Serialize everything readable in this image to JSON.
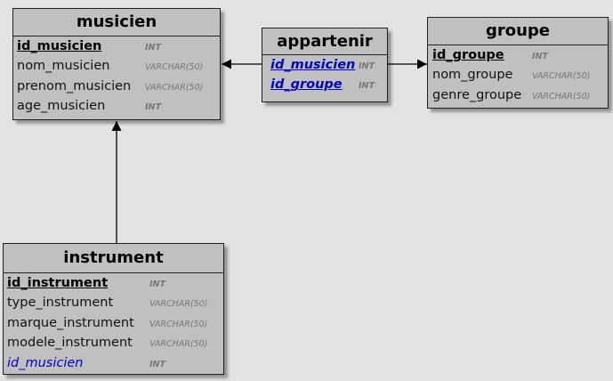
{
  "tables": {
    "musicien": {
      "title": "musicien",
      "fields": [
        {
          "name": "id_musicien",
          "type": "INT"
        },
        {
          "name": "nom_musicien",
          "type": "VARCHAR(50)"
        },
        {
          "name": "prenom_musicien",
          "type": "VARCHAR(50)"
        },
        {
          "name": "age_musicien",
          "type": "INT"
        }
      ]
    },
    "appartenir": {
      "title": "appartenir",
      "fields": [
        {
          "name": "id_musicien",
          "type": "INT"
        },
        {
          "name": "id_groupe",
          "type": "INT"
        }
      ]
    },
    "groupe": {
      "title": "groupe",
      "fields": [
        {
          "name": "id_groupe",
          "type": "INT"
        },
        {
          "name": "nom_groupe",
          "type": "VARCHAR(50)"
        },
        {
          "name": "genre_groupe",
          "type": "VARCHAR(50)"
        }
      ]
    },
    "instrument": {
      "title": "instrument",
      "fields": [
        {
          "name": "id_instrument",
          "type": "INT"
        },
        {
          "name": "type_instrument",
          "type": "VARCHAR(50)"
        },
        {
          "name": "marque_instrument",
          "type": "VARCHAR(50)"
        },
        {
          "name": "modele_instrument",
          "type": "VARCHAR(50)"
        },
        {
          "name": "id_musicien",
          "type": "INT"
        }
      ]
    }
  },
  "colors": {
    "background": "#e3e3e3",
    "table_fill": "#c0c0c0",
    "foreign_key": "#0000c8",
    "type_text": "#777777"
  }
}
